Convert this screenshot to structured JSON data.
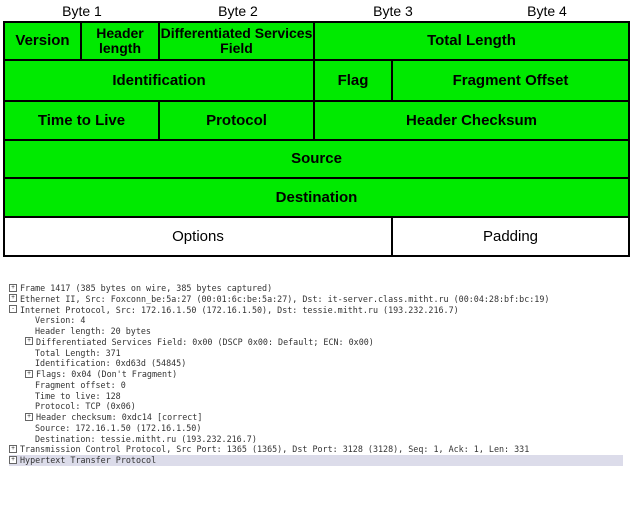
{
  "diagram": {
    "byte_labels": [
      "Byte 1",
      "Byte 2",
      "Byte 3",
      "Byte 4"
    ],
    "rows": [
      [
        "Version",
        "Header length",
        "Differentiated Services Field",
        "Total Length"
      ],
      [
        "Identification",
        "Flag",
        "Fragment Offset"
      ],
      [
        "Time to Live",
        "Protocol",
        "Header Checksum"
      ],
      [
        "Source"
      ],
      [
        "Destination"
      ],
      [
        "Options",
        "Padding"
      ]
    ],
    "colors": {
      "field_fill": "#00ea00",
      "options_fill": "#ffffff",
      "border": "#000000"
    }
  },
  "packet_tree": {
    "frame": "Frame 1417 (385 bytes on wire, 385 bytes captured)",
    "ethernet": "Ethernet II, Src: Foxconn_be:5a:27 (00:01:6c:be:5a:27), Dst: it-server.class.mitht.ru (00:04:28:bf:bc:19)",
    "ip": "Internet Protocol, Src: 172.16.1.50 (172.16.1.50), Dst: tessie.mitht.ru (193.232.216.7)",
    "ip_fields": [
      "Version: 4",
      "Header length: 20 bytes",
      "Differentiated Services Field: 0x00 (DSCP 0x00: Default; ECN: 0x00)",
      "Total Length: 371",
      "Identification: 0xd63d (54845)",
      "Flags: 0x04 (Don't Fragment)",
      "Fragment offset: 0",
      "Time to live: 128",
      "Protocol: TCP (0x06)",
      "Header checksum: 0xdc14 [correct]",
      "Source: 172.16.1.50 (172.16.1.50)",
      "Destination: tessie.mitht.ru (193.232.216.7)"
    ],
    "tcp": "Transmission Control Protocol, Src Port: 1365 (1365), Dst Port: 3128 (3128), Seq: 1, Ack: 1, Len: 331",
    "http": "Hypertext Transfer Protocol",
    "expander_plus": "+",
    "expander_minus": "-",
    "highlight_color": "#dcdcea"
  }
}
